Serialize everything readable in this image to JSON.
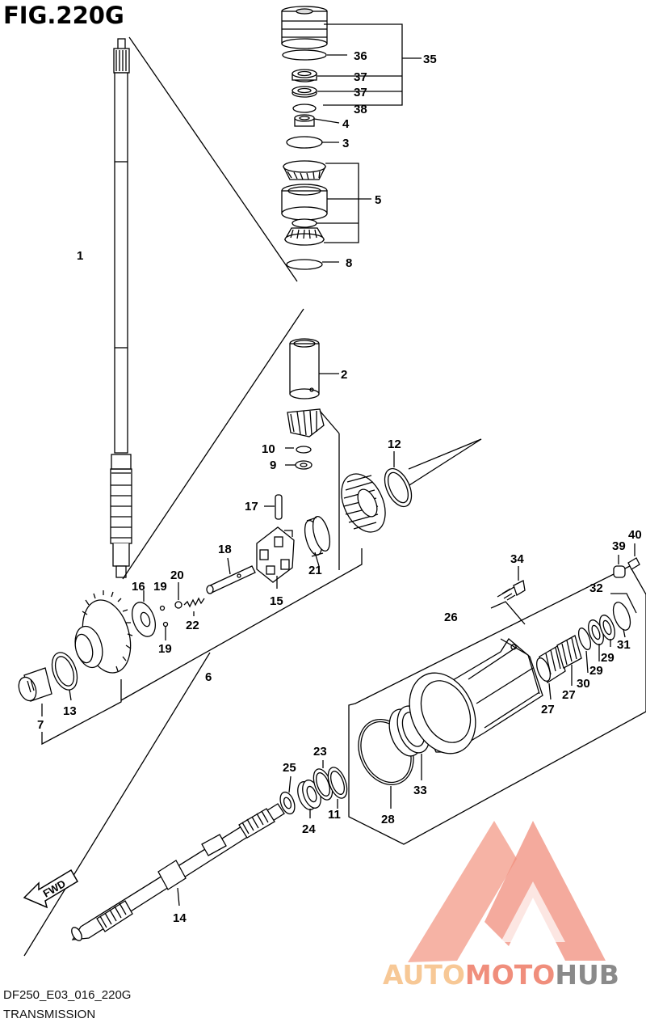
{
  "figure": {
    "title": "FIG.220G",
    "code": "DF250_E03_016_220G",
    "name": "TRANSMISSION",
    "fwd_label": "FWD"
  },
  "watermark": {
    "part_a": "AUTO",
    "part_b": "MOTO",
    "part_c": "HUB",
    "colors": {
      "auto": "#f7c896",
      "moto": "#f08e7c",
      "hub": "#8a8a8a",
      "logo": "#f08e7c"
    }
  },
  "callouts": [
    {
      "id": "c1",
      "num": "1"
    },
    {
      "id": "c2",
      "num": "2"
    },
    {
      "id": "c3",
      "num": "3"
    },
    {
      "id": "c4",
      "num": "4"
    },
    {
      "id": "c5",
      "num": "5"
    },
    {
      "id": "c6",
      "num": "6"
    },
    {
      "id": "c7",
      "num": "7"
    },
    {
      "id": "c8",
      "num": "8"
    },
    {
      "id": "c9",
      "num": "9"
    },
    {
      "id": "c10",
      "num": "10"
    },
    {
      "id": "c11",
      "num": "11"
    },
    {
      "id": "c12",
      "num": "12"
    },
    {
      "id": "c13",
      "num": "13"
    },
    {
      "id": "c14",
      "num": "14"
    },
    {
      "id": "c15",
      "num": "15"
    },
    {
      "id": "c16",
      "num": "16"
    },
    {
      "id": "c17",
      "num": "17"
    },
    {
      "id": "c18",
      "num": "18"
    },
    {
      "id": "c19a",
      "num": "19"
    },
    {
      "id": "c19b",
      "num": "19"
    },
    {
      "id": "c20",
      "num": "20"
    },
    {
      "id": "c21",
      "num": "21"
    },
    {
      "id": "c22",
      "num": "22"
    },
    {
      "id": "c23",
      "num": "23"
    },
    {
      "id": "c24",
      "num": "24"
    },
    {
      "id": "c25",
      "num": "25"
    },
    {
      "id": "c26",
      "num": "26"
    },
    {
      "id": "c27a",
      "num": "27"
    },
    {
      "id": "c27b",
      "num": "27"
    },
    {
      "id": "c28",
      "num": "28"
    },
    {
      "id": "c29a",
      "num": "29"
    },
    {
      "id": "c29b",
      "num": "29"
    },
    {
      "id": "c30",
      "num": "30"
    },
    {
      "id": "c31",
      "num": "31"
    },
    {
      "id": "c32",
      "num": "32"
    },
    {
      "id": "c33",
      "num": "33"
    },
    {
      "id": "c34",
      "num": "34"
    },
    {
      "id": "c35",
      "num": "35"
    },
    {
      "id": "c36",
      "num": "36"
    },
    {
      "id": "c37a",
      "num": "37"
    },
    {
      "id": "c37b",
      "num": "37"
    },
    {
      "id": "c38",
      "num": "38"
    },
    {
      "id": "c39",
      "num": "39"
    },
    {
      "id": "c40",
      "num": "40"
    }
  ]
}
